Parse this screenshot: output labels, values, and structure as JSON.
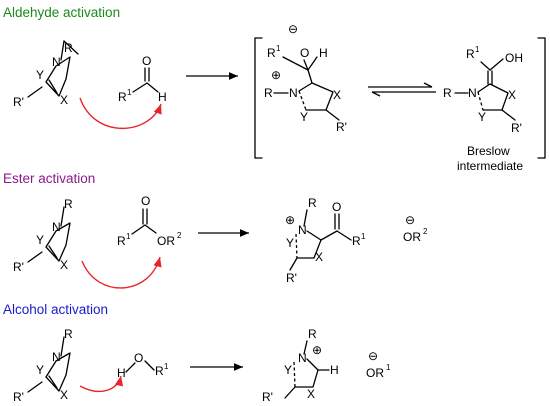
{
  "sections": [
    {
      "heading": "Aldehyde activation",
      "color": "#1a8a1a"
    },
    {
      "heading": "Ester activation",
      "color": "#8b1a8b"
    },
    {
      "heading": "Alcohol activation",
      "color": "#1a1acc"
    }
  ],
  "labels": {
    "R": "R",
    "Rp": "R'",
    "Y": "Y",
    "N": "N",
    "X": "X",
    "O": "O",
    "H": "H",
    "OH": "OH",
    "R1": "R",
    "one": "1",
    "two": "2",
    "plus": "⊕",
    "minus": "⊖",
    "OR": "OR"
  },
  "breslow": {
    "line1": "Breslow",
    "line2": "intermediate"
  }
}
